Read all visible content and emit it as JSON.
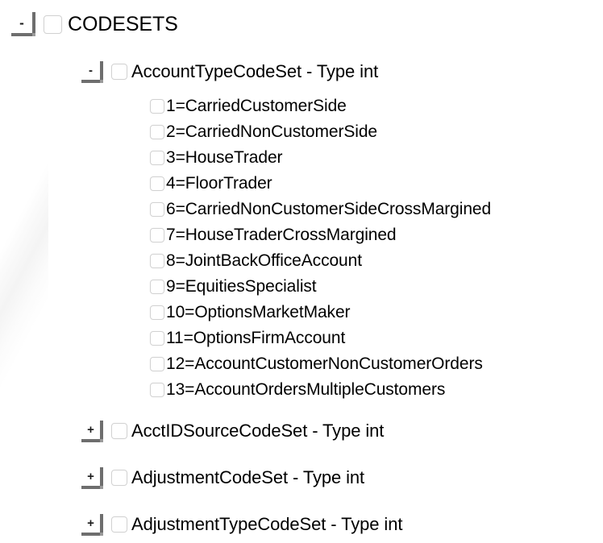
{
  "tree": {
    "root": {
      "label": "CODESETS",
      "expander": "-",
      "expander_name": "collapse-toggle",
      "checked": false
    },
    "groups": [
      {
        "label": "AccountTypeCodeSet - Type int",
        "expander": "-",
        "expanded": true,
        "checked": false,
        "children": [
          {
            "label": "1=CarriedCustomerSide",
            "checked": false
          },
          {
            "label": "2=CarriedNonCustomerSide",
            "checked": false
          },
          {
            "label": "3=HouseTrader",
            "checked": false
          },
          {
            "label": "4=FloorTrader",
            "checked": false
          },
          {
            "label": "6=CarriedNonCustomerSideCrossMargined",
            "checked": false
          },
          {
            "label": "7=HouseTraderCrossMargined",
            "checked": false
          },
          {
            "label": "8=JointBackOfficeAccount",
            "checked": false
          },
          {
            "label": "9=EquitiesSpecialist",
            "checked": false
          },
          {
            "label": "10=OptionsMarketMaker",
            "checked": false
          },
          {
            "label": "11=OptionsFirmAccount",
            "checked": false
          },
          {
            "label": "12=AccountCustomerNonCustomerOrders",
            "checked": false
          },
          {
            "label": "13=AccountOrdersMultipleCustomers",
            "checked": false
          }
        ]
      },
      {
        "label": "AcctIDSourceCodeSet - Type int",
        "expander": "+",
        "expanded": false,
        "checked": false,
        "children": []
      },
      {
        "label": "AdjustmentCodeSet - Type int",
        "expander": "+",
        "expanded": false,
        "checked": false,
        "children": []
      },
      {
        "label": "AdjustmentTypeCodeSet - Type int",
        "expander": "+",
        "expanded": false,
        "checked": false,
        "children": []
      }
    ]
  },
  "colors": {
    "background": "#ffffff",
    "text": "#000000",
    "expander_rule": "#6e6e6e",
    "checkbox_border": "#d2d2d2"
  }
}
